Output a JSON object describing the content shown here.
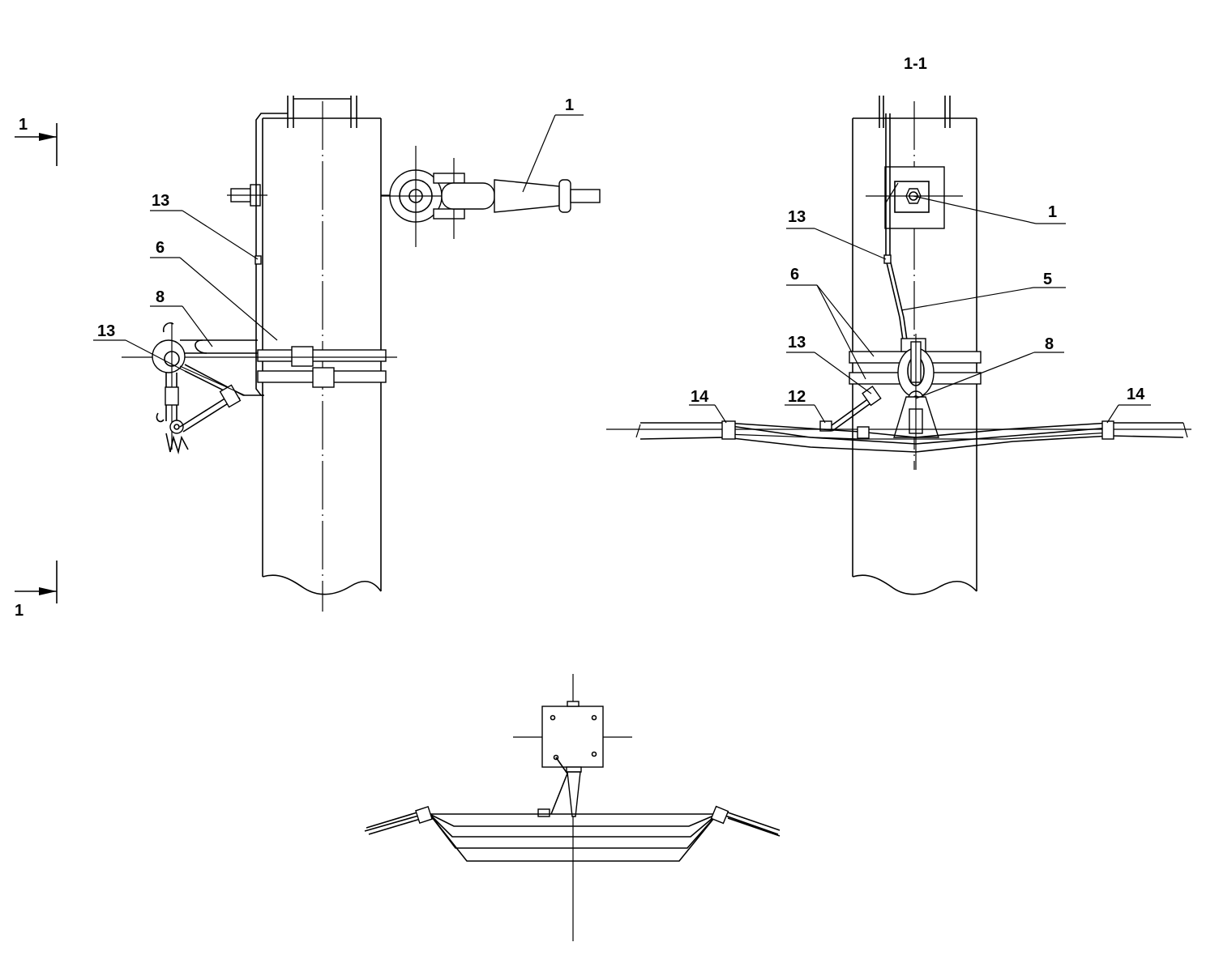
{
  "section": {
    "marker_top": "1",
    "marker_bottom": "1",
    "view_title": "1-1"
  },
  "front_view": {
    "callouts": [
      {
        "id": "c1",
        "text": "1"
      },
      {
        "id": "c13a",
        "text": "13"
      },
      {
        "id": "c6",
        "text": "6"
      },
      {
        "id": "c8",
        "text": "8"
      },
      {
        "id": "c13b",
        "text": "13"
      }
    ]
  },
  "side_view": {
    "callouts": [
      {
        "id": "s1",
        "text": "1"
      },
      {
        "id": "s13a",
        "text": "13"
      },
      {
        "id": "s6",
        "text": "6"
      },
      {
        "id": "s5",
        "text": "5"
      },
      {
        "id": "s13b",
        "text": "13"
      },
      {
        "id": "s8",
        "text": "8"
      },
      {
        "id": "s14a",
        "text": "14"
      },
      {
        "id": "s12",
        "text": "12"
      },
      {
        "id": "s14b",
        "text": "14"
      }
    ]
  },
  "colors": {
    "line": "#000000",
    "background": "#ffffff"
  }
}
